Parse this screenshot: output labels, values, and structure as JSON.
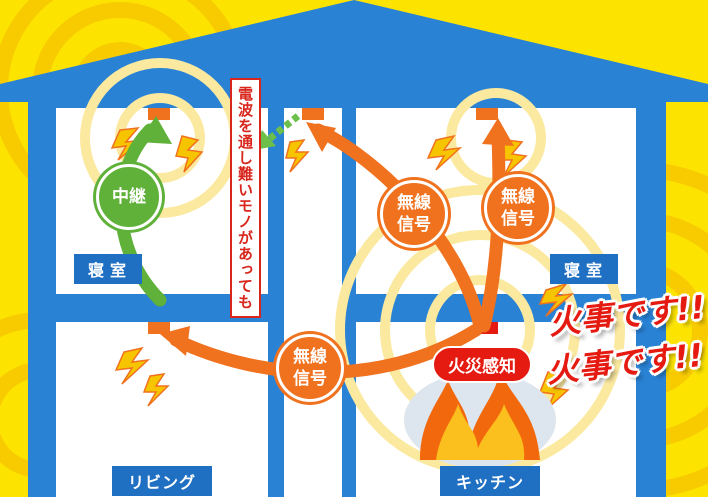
{
  "rooms": {
    "bedroom_left": "寝室",
    "bedroom_right": "寝室",
    "living": "リビング",
    "kitchen": "キッチン"
  },
  "badges": {
    "relay": "中継",
    "wireless_line1": "無線",
    "wireless_line2": "信号"
  },
  "obstacle_note": "電波を通し難いモノがあっても",
  "fire_detect": "火災感知",
  "alarm_shout": "火事です!!",
  "colors": {
    "house_blue": "#2a82d4",
    "background_yellow": "#fde400",
    "signal_orange": "#f0711e",
    "relay_green": "#5fb13a",
    "alarm_red": "#e51b12",
    "room_tag_blue": "#1f6fc2"
  }
}
